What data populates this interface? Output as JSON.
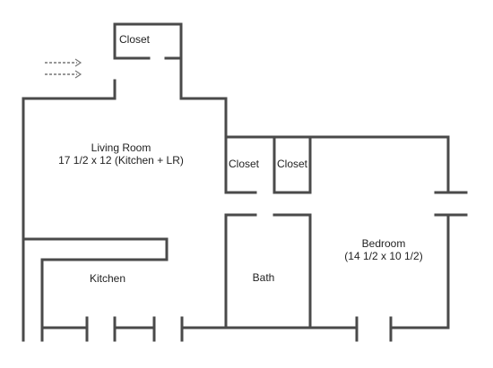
{
  "rooms": {
    "closet_top": {
      "label": "Closet"
    },
    "living_room": {
      "label": "Living Room",
      "dimensions": "17 1/2 x 12 (Kitchen + LR)"
    },
    "closet_left": {
      "label": "Closet"
    },
    "closet_right": {
      "label": "Closet"
    },
    "bedroom": {
      "label": "Bedroom",
      "dimensions": "(14 1/2 x 10 1/2)"
    },
    "bath": {
      "label": "Bath"
    },
    "kitchen": {
      "label": "Kitchen"
    }
  },
  "colors": {
    "wall": "#4a4a4a",
    "text": "#222222",
    "arrow": "#777777"
  },
  "icons": {
    "entrance": "double-arrow-right-icon"
  }
}
